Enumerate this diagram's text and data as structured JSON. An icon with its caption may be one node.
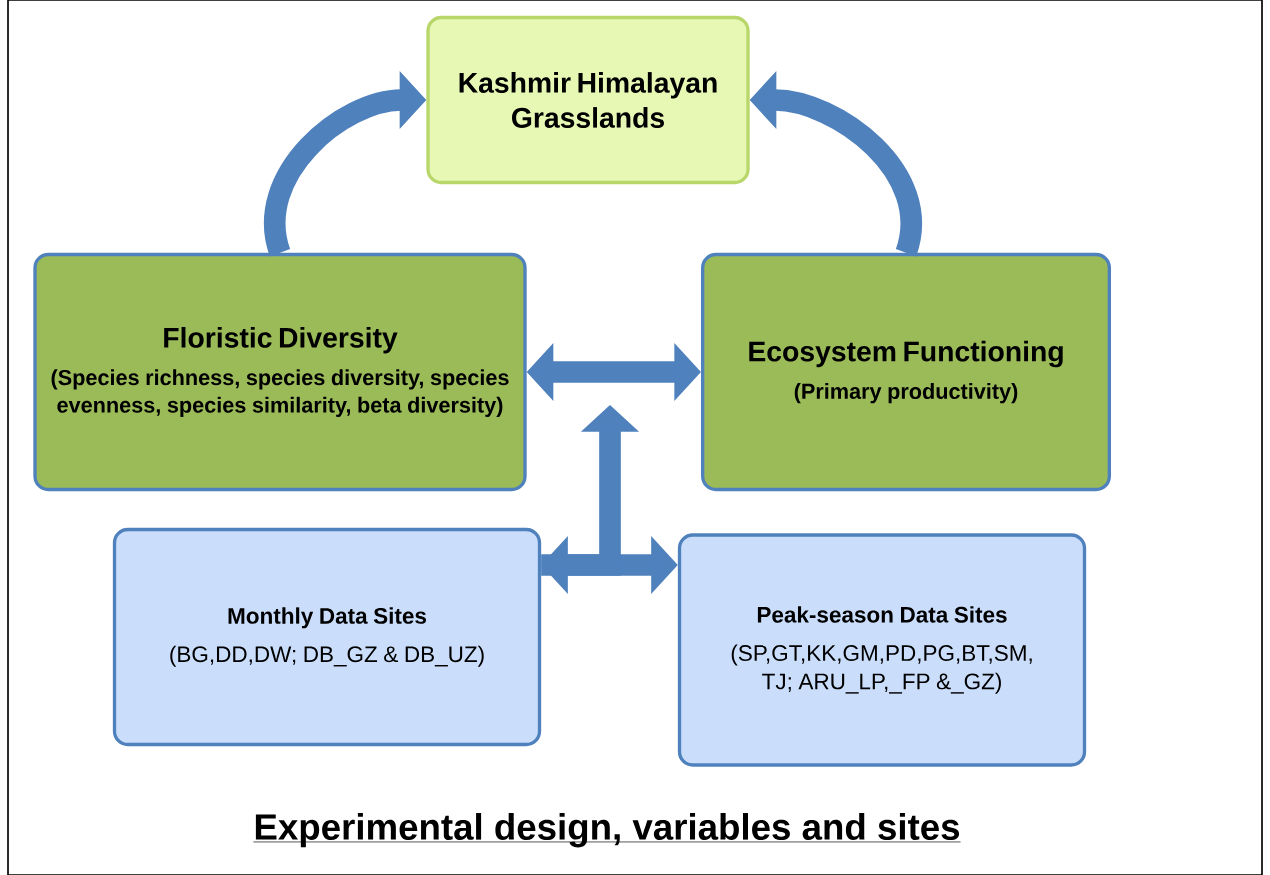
{
  "diagram": {
    "title": "Experimental design, variables and sites",
    "nodes": [
      {
        "text": [
          "Kashmir Himalayan Grasslands"
        ]
      },
      {
        "text": [
          "Floristic Diversity",
          "(Species richness, species diversity, species evenness, species similarity, beta diversity)"
        ]
      },
      {
        "text": [
          "Ecosystem Functioning",
          "(Primary productivity)"
        ]
      },
      {
        "text": [
          "Monthly Data Sites",
          "(BG,DD,DW; DB_GZ & DB_UZ)"
        ]
      },
      {
        "text": [
          "Peak-season Data Sites",
          "(SP,GT,KK,GM,PD,PG,BT,SM, TJ; ARU_LP,_FP &_GZ)"
        ]
      }
    ],
    "edges": [
      {
        "from": 1,
        "to": 0,
        "arrow": "to"
      },
      {
        "from": 2,
        "to": 0,
        "arrow": "to"
      },
      {
        "from": 1,
        "to": 2,
        "arrow": "both"
      },
      {
        "from": 3,
        "to": 4,
        "arrow": "both"
      },
      {
        "from": 3,
        "to": null,
        "arrow": "to"
      }
    ]
  }
}
